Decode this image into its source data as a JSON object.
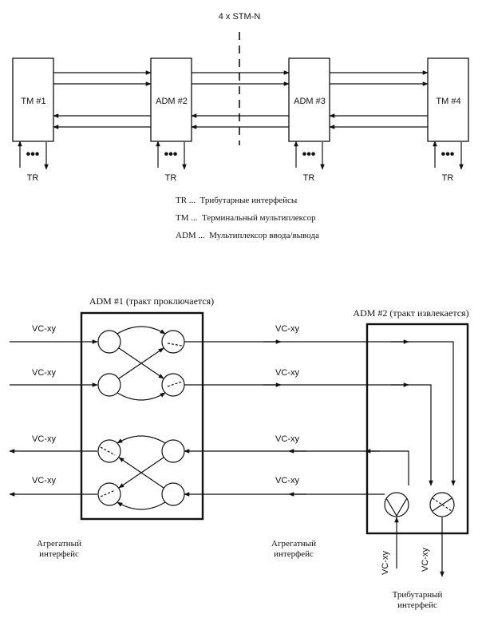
{
  "top": {
    "title": "4 x STM-N",
    "nodes": [
      {
        "label": "TM #1",
        "tr": "TR"
      },
      {
        "label": "ADM #2",
        "tr": "TR"
      },
      {
        "label": "ADM #3",
        "tr": "TR"
      },
      {
        "label": "TM #4",
        "tr": "TR"
      }
    ],
    "dots": "•••",
    "legend": [
      "TR ...  Трибутарные интерфейсы",
      "TM ...  Терминальный мультиплексор",
      "ADM ...  Мультиплексор ввода/вывода"
    ]
  },
  "bottom": {
    "adm1_title": "ADM #1 (тракт проключается)",
    "adm2_title": "ADM #2 (тракт извлекается)",
    "vc": "VC-xy",
    "aggregate_left": [
      "Агрегатный",
      "интерфейс"
    ],
    "aggregate_mid": [
      "Агрегатный",
      "интерфейс"
    ],
    "tributary": [
      "Трибутарный",
      "интерфейс"
    ]
  }
}
